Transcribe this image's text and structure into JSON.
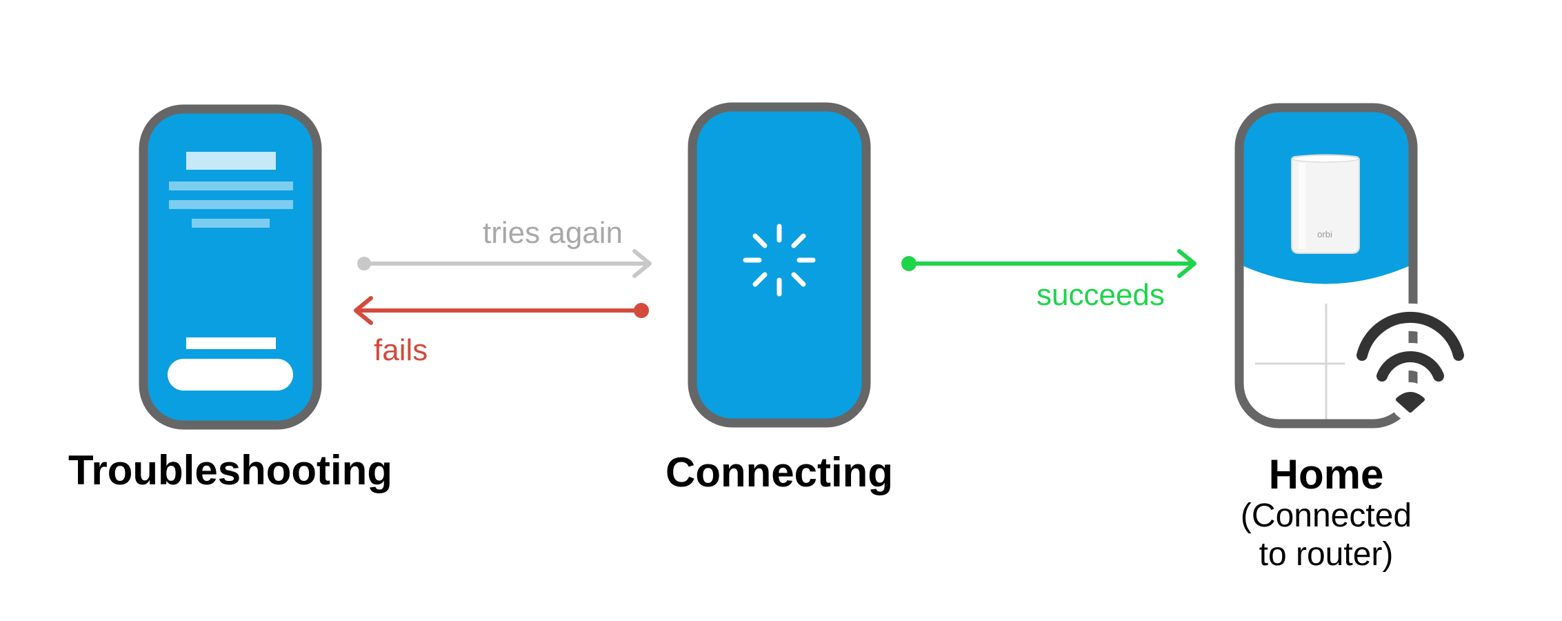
{
  "states": {
    "troubleshooting": {
      "label": "Troubleshooting"
    },
    "connecting": {
      "label": "Connecting"
    },
    "home": {
      "label": "Home",
      "sublabel_line1": "(Connected",
      "sublabel_line2": "to router)"
    }
  },
  "transitions": {
    "tries_again": {
      "label": "tries again",
      "color": "#c8c8c8"
    },
    "fails": {
      "label": "fails",
      "color": "#d44a3c"
    },
    "succeeds": {
      "label": "succeeds",
      "color": "#1ed44a"
    }
  },
  "router_brand": "orbi",
  "colors": {
    "phone_frame": "#666666",
    "phone_screen": "#0a9fe0",
    "icon_dark": "#333333"
  }
}
